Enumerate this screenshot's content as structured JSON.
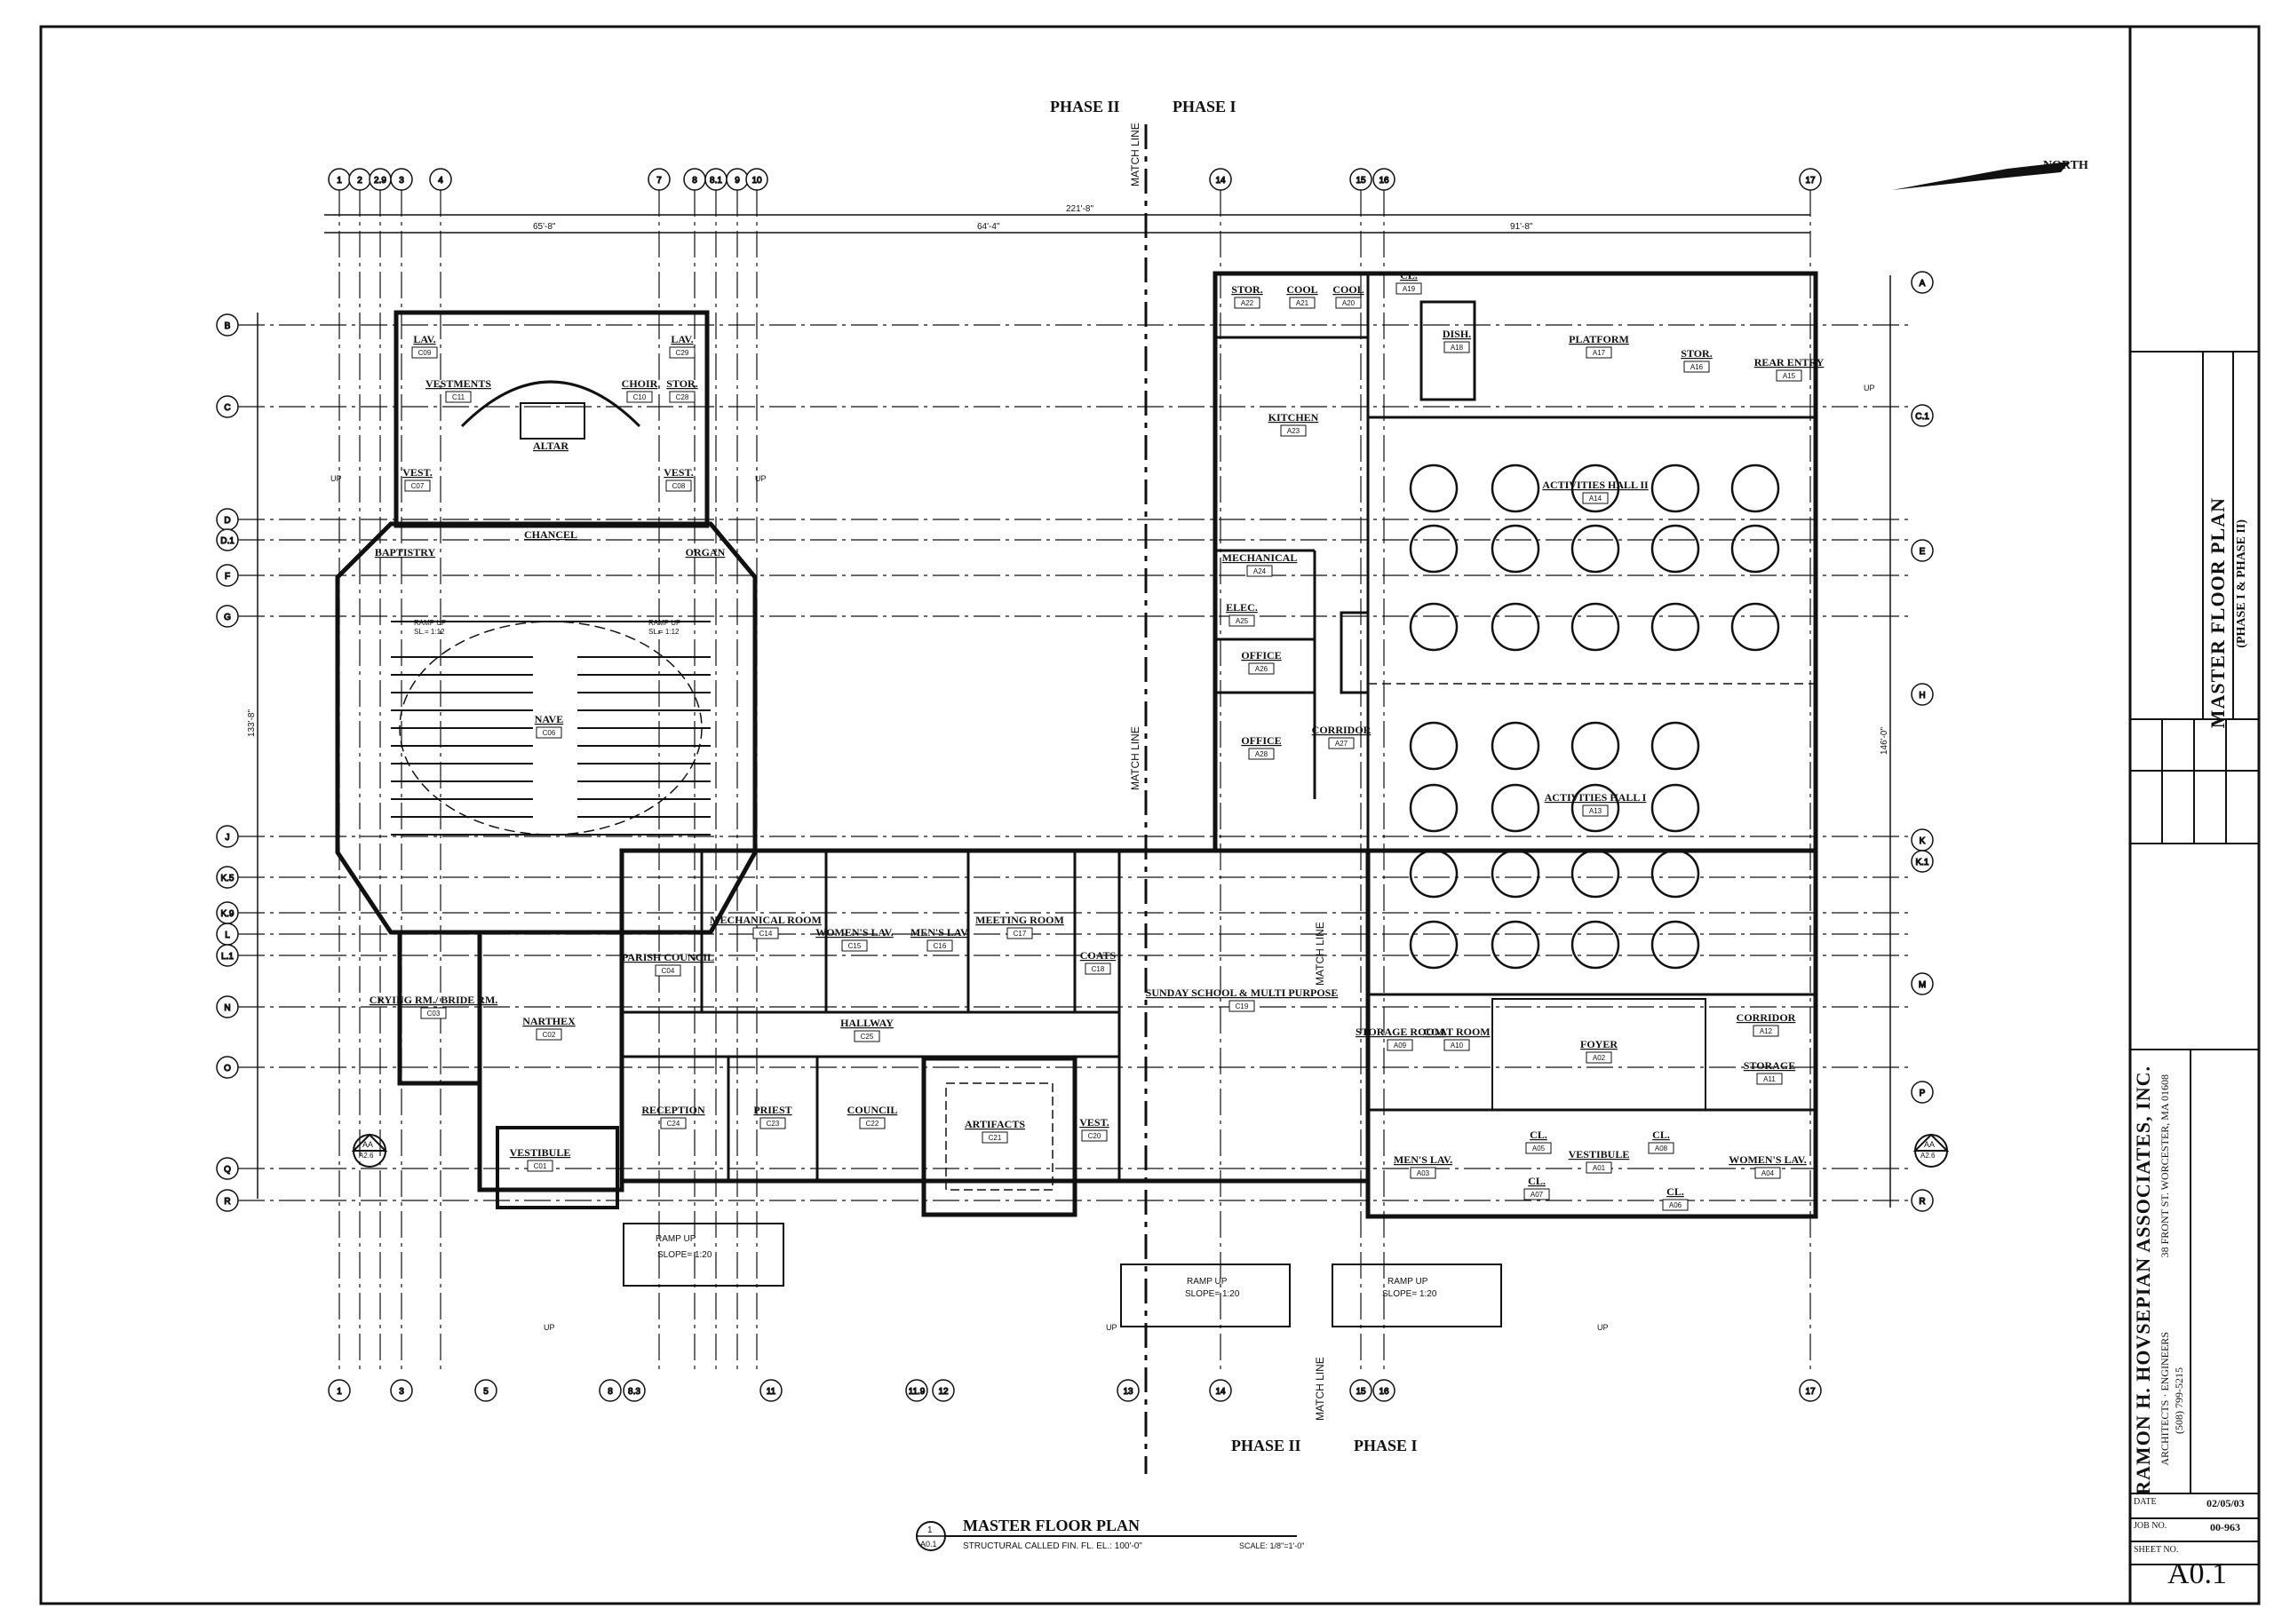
{
  "phases": {
    "top_left": "PHASE II",
    "top_right": "PHASE I",
    "bottom_left": "PHASE II",
    "bottom_right": "PHASE I",
    "match_line": "MATCH LINE"
  },
  "north_label": "NORTH",
  "dimensions": {
    "overall": "221'-8\"",
    "seg_a": "65'-8\"",
    "seg_b": "64'-4\"",
    "seg_c": "91'-8\"",
    "left_vertical": "133'-8\"",
    "right_vertical": "146'-0\""
  },
  "grid_top": [
    "1",
    "2",
    "2.9",
    "3",
    "4",
    "7",
    "8",
    "8.1",
    "9",
    "10",
    "14",
    "15",
    "16",
    "17"
  ],
  "grid_bottom": [
    "1",
    "3",
    "5",
    "8",
    "8.3",
    "11",
    "11.9",
    "12",
    "13",
    "14",
    "15",
    "16",
    "17"
  ],
  "grid_left": [
    "B",
    "C",
    "D",
    "D.1",
    "F",
    "G",
    "J",
    "K.5",
    "K.9",
    "L",
    "L.1",
    "N",
    "O",
    "Q",
    "R"
  ],
  "grid_right": [
    "A",
    "C.1",
    "E",
    "H",
    "K",
    "K.1",
    "M",
    "P",
    "R"
  ],
  "rooms": [
    {
      "name": "LAV.",
      "tag": "C09"
    },
    {
      "name": "LAV.",
      "tag": "C29"
    },
    {
      "name": "VESTMENTS",
      "tag": "C11"
    },
    {
      "name": "CHOIR",
      "tag": "C10"
    },
    {
      "name": "STOR.",
      "tag": "C28"
    },
    {
      "name": "ALTAR",
      "tag": ""
    },
    {
      "name": "VEST.",
      "tag": "C07"
    },
    {
      "name": "VEST.",
      "tag": "C08"
    },
    {
      "name": "CHANCEL",
      "tag": ""
    },
    {
      "name": "BAPTISTRY",
      "tag": ""
    },
    {
      "name": "ORGAN",
      "tag": ""
    },
    {
      "name": "NAVE",
      "tag": "C06"
    },
    {
      "name": "CRYING RM./ BRIDE RM.",
      "tag": "C03"
    },
    {
      "name": "NARTHEX",
      "tag": "C02"
    },
    {
      "name": "VESTIBULE",
      "tag": "C01"
    },
    {
      "name": "PARISH COUNCIL",
      "tag": "C04"
    },
    {
      "name": "MECHANICAL ROOM",
      "tag": "C14"
    },
    {
      "name": "WOMEN'S LAV.",
      "tag": "C15"
    },
    {
      "name": "MEN'S LAV.",
      "tag": "C16"
    },
    {
      "name": "MEETING ROOM",
      "tag": "C17"
    },
    {
      "name": "COATS",
      "tag": "C18"
    },
    {
      "name": "HALLWAY",
      "tag": "C25"
    },
    {
      "name": "RECEPTION",
      "tag": "C24"
    },
    {
      "name": "PRIEST",
      "tag": "C23"
    },
    {
      "name": "COUNCIL",
      "tag": "C22"
    },
    {
      "name": "ARTIFACTS",
      "tag": "C21"
    },
    {
      "name": "VEST.",
      "tag": "C20"
    },
    {
      "name": "SUNDAY SCHOOL & MULTI PURPOSE",
      "tag": "C19"
    },
    {
      "name": "STOR.",
      "tag": "A22"
    },
    {
      "name": "COOL",
      "tag": "A21"
    },
    {
      "name": "COOL",
      "tag": "A20"
    },
    {
      "name": "CL.",
      "tag": "A19"
    },
    {
      "name": "DISH.",
      "tag": "A18"
    },
    {
      "name": "PLATFORM",
      "tag": "A17"
    },
    {
      "name": "STOR.",
      "tag": "A16"
    },
    {
      "name": "REAR ENTRY",
      "tag": "A15"
    },
    {
      "name": "KITCHEN",
      "tag": "A23"
    },
    {
      "name": "ACTIVITIES HALL II",
      "tag": "A14"
    },
    {
      "name": "MECHANICAL",
      "tag": "A24"
    },
    {
      "name": "ELEC.",
      "tag": "A25"
    },
    {
      "name": "OFFICE",
      "tag": "A26"
    },
    {
      "name": "OFFICE",
      "tag": "A28"
    },
    {
      "name": "CORRIDOR",
      "tag": "A27"
    },
    {
      "name": "ACTIVITIES HALL I",
      "tag": "A13"
    },
    {
      "name": "STORAGE ROOM",
      "tag": "A09"
    },
    {
      "name": "COAT ROOM",
      "tag": "A10"
    },
    {
      "name": "FOYER",
      "tag": "A02"
    },
    {
      "name": "CORRIDOR",
      "tag": "A12"
    },
    {
      "name": "STORAGE",
      "tag": "A11"
    },
    {
      "name": "MEN'S LAV.",
      "tag": "A03"
    },
    {
      "name": "CL.",
      "tag": "A05"
    },
    {
      "name": "CL.",
      "tag": "A07"
    },
    {
      "name": "VESTIBULE",
      "tag": "A01"
    },
    {
      "name": "CL.",
      "tag": "A08"
    },
    {
      "name": "CL.",
      "tag": "A06"
    },
    {
      "name": "WOMEN'S LAV.",
      "tag": "A04"
    }
  ],
  "notes": {
    "up": "UP",
    "ramp": "RAMP UP",
    "ramp_slope_120": "SLOPE= 1:20",
    "ramp_nave": "RAMP UP",
    "ramp_nave_slope": "SL.= 1:12",
    "section_tag": "AA",
    "section_sheet": "A2.6"
  },
  "drawing_title": {
    "number": "1",
    "sheet_ref": "A0.1",
    "title": "MASTER FLOOR PLAN",
    "subtitle": "STRUCTURAL CALLED FIN. FL. EL.: 100'-0\"",
    "scale": "SCALE: 1/8\"=1'-0\""
  },
  "title_block": {
    "sheet_title": "MASTER FLOOR PLAN",
    "sheet_subtitle": "(PHASE I & PHASE II)",
    "firm": "RAMON H. HOVSEPIAN ASSOCIATES, INC.",
    "firm_line2": "ARCHITECTS · ENGINEERS",
    "address": "38 FRONT ST. WORCESTER, MA 01608",
    "phone": "(508) 799-5215",
    "date_label": "DATE",
    "date": "02/05/03",
    "job_label": "JOB NO.",
    "job": "00-963",
    "sheet_label": "SHEET NO.",
    "sheet": "A0.1"
  }
}
